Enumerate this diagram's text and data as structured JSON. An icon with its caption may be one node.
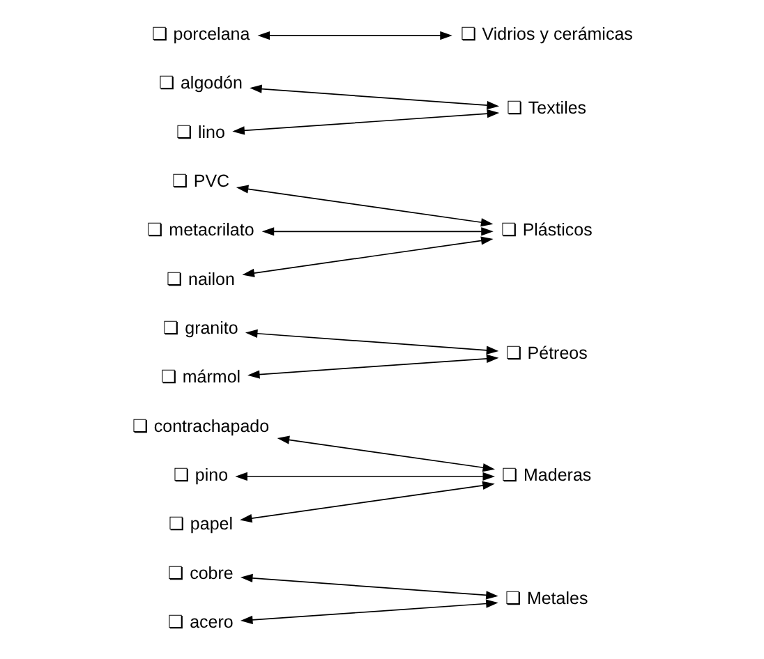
{
  "diagram": {
    "nodes": [
      {
        "text": [
          "❏ cobre"
        ]
      },
      {
        "text": [
          "❏ contrachapado"
        ]
      },
      {
        "text": [
          "❏ granito"
        ]
      },
      {
        "text": [
          "❏ PVC"
        ]
      },
      {
        "text": [
          "❏ algodón"
        ]
      },
      {
        "text": [
          "❏ pino"
        ]
      },
      {
        "text": [
          "❏ acero"
        ]
      },
      {
        "text": [
          "❏ papel"
        ]
      },
      {
        "text": [
          "❏ porcelana"
        ]
      },
      {
        "text": [
          "❏ mármol"
        ]
      },
      {
        "text": [
          "❏ metacrilato"
        ]
      },
      {
        "text": [
          "❏ nailon"
        ]
      },
      {
        "text": [
          "❏ lino"
        ]
      },
      {
        "text": [
          "❏ Maderas"
        ]
      },
      {
        "text": [
          "❏ Plásticos"
        ]
      },
      {
        "text": [
          "❏ Metales"
        ]
      },
      {
        "text": [
          "❏ Vidrios y cerámicas"
        ]
      },
      {
        "text": [
          "❏ Pétreos"
        ]
      },
      {
        "text": [
          "❏ Textiles"
        ]
      }
    ],
    "edges": [
      {
        "from": 0,
        "to": 15,
        "arrow": "both"
      },
      {
        "from": 1,
        "to": 13,
        "arrow": "both"
      },
      {
        "from": 2,
        "to": 17,
        "arrow": "both"
      },
      {
        "from": 3,
        "to": 14,
        "arrow": "both"
      },
      {
        "from": 4,
        "to": 18,
        "arrow": "both"
      },
      {
        "from": 5,
        "to": 13,
        "arrow": "both"
      },
      {
        "from": 6,
        "to": 15,
        "arrow": "both"
      },
      {
        "from": 7,
        "to": 13,
        "arrow": "both"
      },
      {
        "from": 8,
        "to": 16,
        "arrow": "both"
      },
      {
        "from": 9,
        "to": 17,
        "arrow": "both"
      },
      {
        "from": 10,
        "to": 14,
        "arrow": "both"
      },
      {
        "from": 11,
        "to": 14,
        "arrow": "both"
      },
      {
        "from": 12,
        "to": 18,
        "arrow": "both"
      }
    ]
  }
}
